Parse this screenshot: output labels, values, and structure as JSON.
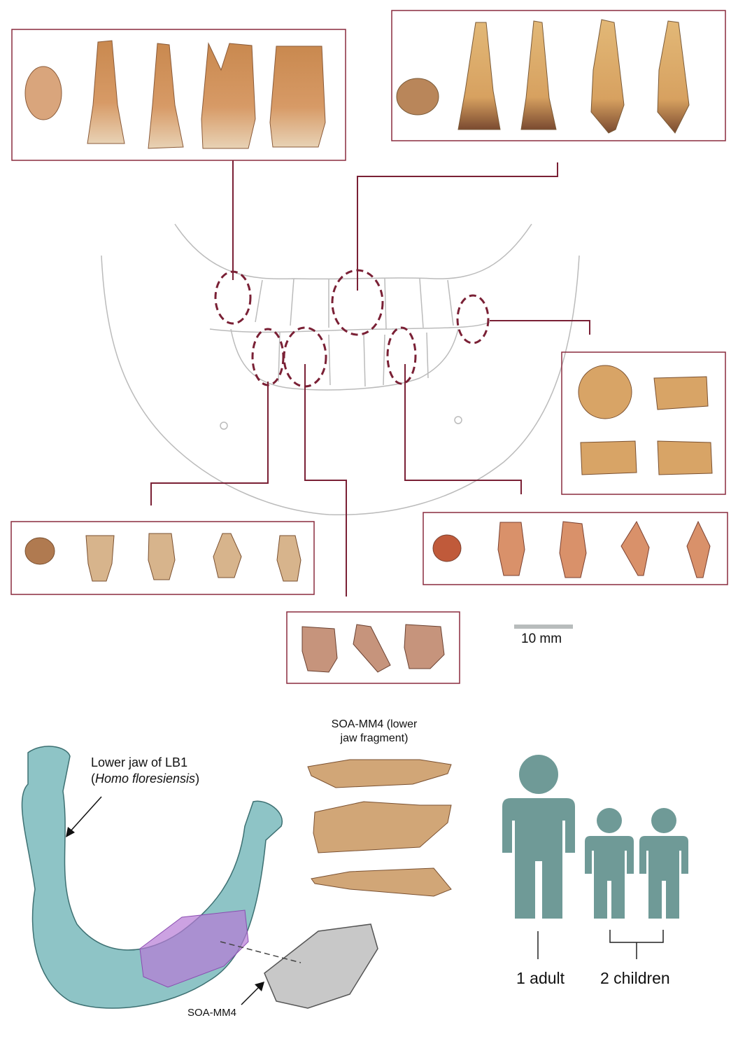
{
  "colors": {
    "frame": "#8a2b3e",
    "person": "#6f9a97",
    "jaw": "#8ec4c6",
    "overlay": "#b77ad6"
  },
  "scale_bar": {
    "label": "10 mm"
  },
  "fragment": {
    "title_line1": "SOA-MM4 (lower",
    "title_line2": "jaw fragment)"
  },
  "lb1": {
    "line1": "Lower jaw of LB1",
    "line2_open": "(",
    "line2_italic": "Homo floresiensis",
    "line2_close": ")"
  },
  "soa_label": "SOA-MM4",
  "legend": {
    "adult": "1 adult",
    "children": "2 children"
  }
}
